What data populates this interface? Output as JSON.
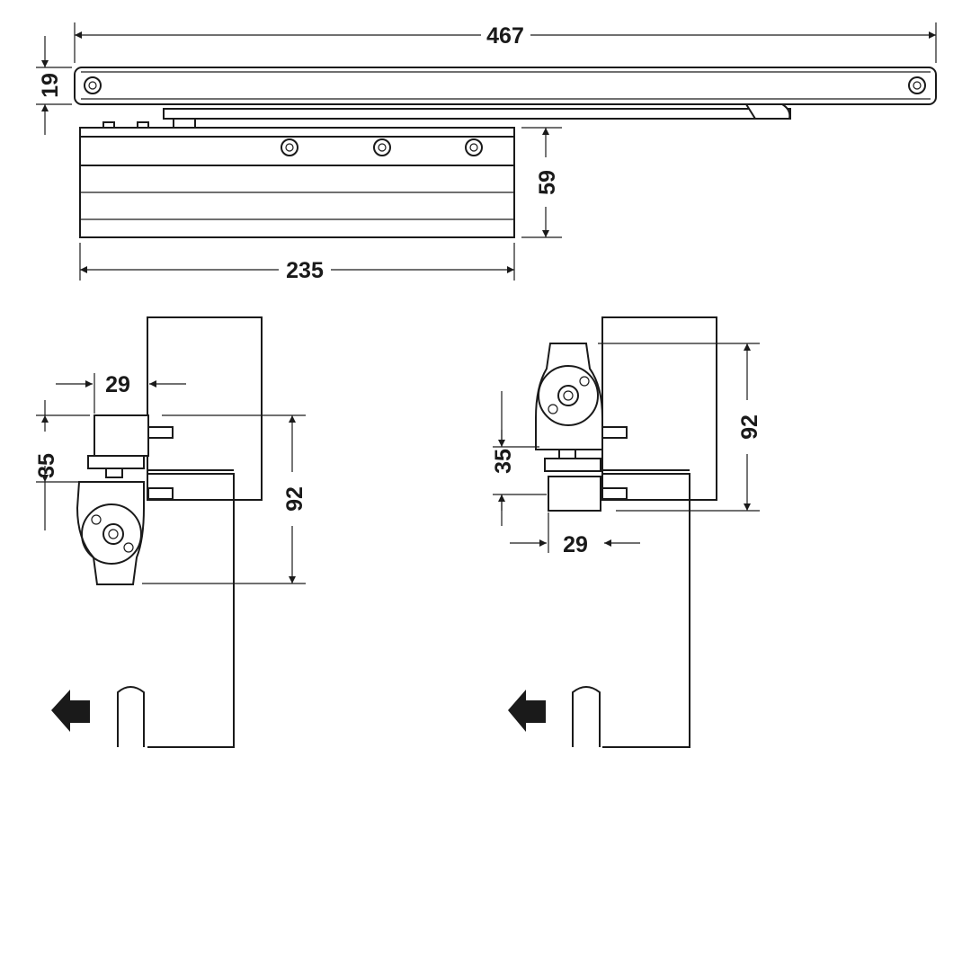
{
  "dimensions": {
    "arm_length": "467",
    "arm_height": "19",
    "body_height": "59",
    "body_length": "235",
    "left_offset": "29",
    "left_spacing": "35",
    "left_height": "92",
    "right_offset": "29",
    "right_spacing": "35",
    "right_height": "92"
  },
  "colors": {
    "line": "#1a1a1a",
    "background": "#ffffff"
  },
  "icons": {
    "opening_direction": "arrow-left-icon"
  }
}
